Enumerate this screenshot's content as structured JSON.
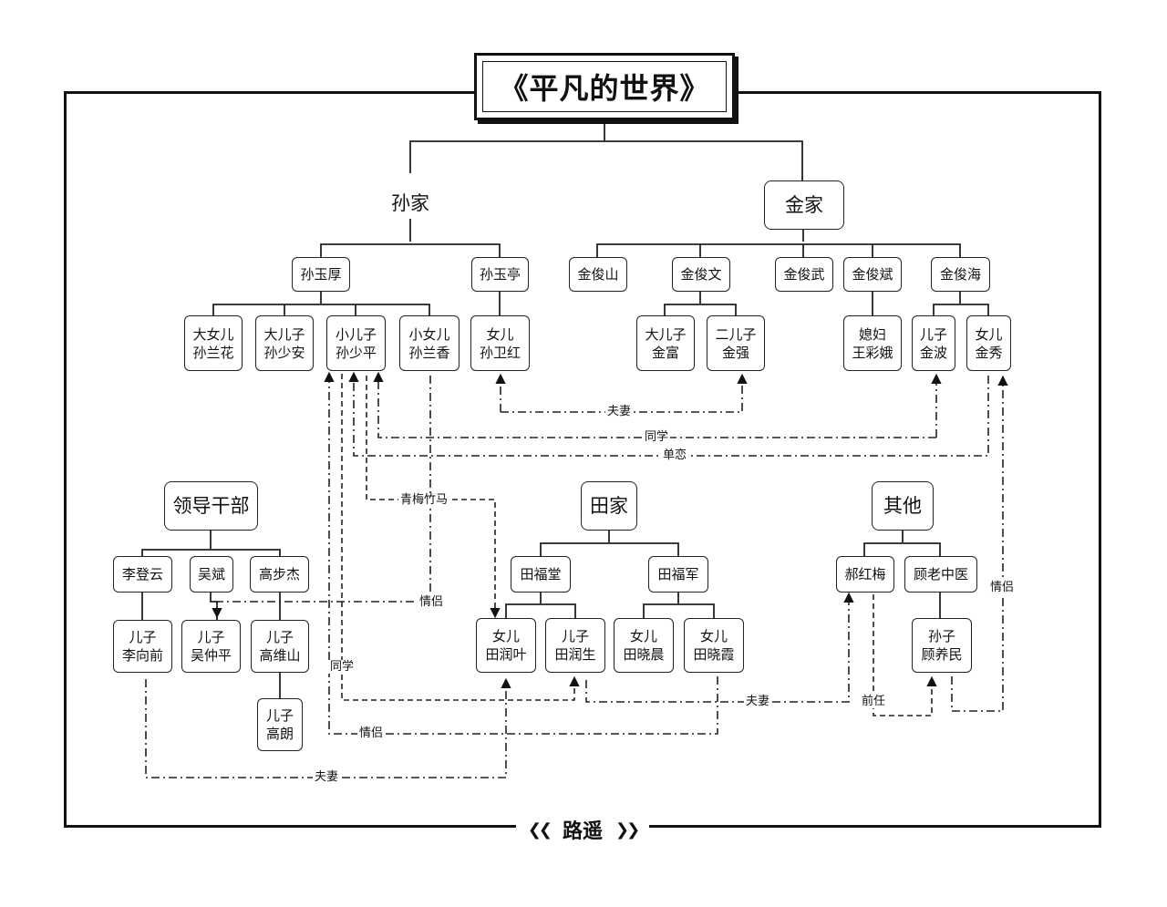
{
  "title": "《平凡的世界》",
  "author": "路遥",
  "families": {
    "sun": "孙家",
    "jin": "金家",
    "leaders": "领导干部",
    "tian": "田家",
    "others": "其他"
  },
  "people": {
    "sun_yuhou": "孙玉厚",
    "sun_yuting": "孙玉亭",
    "sun_lanhua": {
      "role": "大女儿",
      "name": "孙兰花"
    },
    "sun_shaoan": {
      "role": "大儿子",
      "name": "孙少安"
    },
    "sun_shaoping": {
      "role": "小儿子",
      "name": "孙少平"
    },
    "sun_lanxiang": {
      "role": "小女儿",
      "name": "孙兰香"
    },
    "sun_weihong": {
      "role": "女儿",
      "name": "孙卫红"
    },
    "jin_junshan": "金俊山",
    "jin_junwen": "金俊文",
    "jin_junwu": "金俊武",
    "jin_junbin": "金俊斌",
    "jin_junhai": "金俊海",
    "jin_fu": {
      "role": "大儿子",
      "name": "金富"
    },
    "jin_qiang": {
      "role": "二儿子",
      "name": "金强"
    },
    "wang_caie": {
      "role": "媳妇",
      "name": "王彩娥"
    },
    "jin_bo": {
      "role": "儿子",
      "name": "金波"
    },
    "jin_xiu": {
      "role": "女儿",
      "name": "金秀"
    },
    "li_dengyun": "李登云",
    "wu_bin": "吴斌",
    "gao_bujie": "高步杰",
    "li_xiangqian": {
      "role": "儿子",
      "name": "李向前"
    },
    "wu_zhongping": {
      "role": "儿子",
      "name": "吴仲平"
    },
    "gao_weishan": {
      "role": "儿子",
      "name": "高维山"
    },
    "gao_lang": {
      "role": "儿子",
      "name": "高朗"
    },
    "tian_futang": "田福堂",
    "tian_fujun": "田福军",
    "tian_runye": {
      "role": "女儿",
      "name": "田润叶"
    },
    "tian_runsheng": {
      "role": "儿子",
      "name": "田润生"
    },
    "tian_xiaochen": {
      "role": "女儿",
      "name": "田晓晨"
    },
    "tian_xiaoxia": {
      "role": "女儿",
      "name": "田晓霞"
    },
    "hao_hongmei": "郝红梅",
    "gu_doctor": "顾老中医",
    "gu_yangmin": {
      "role": "孙子",
      "name": "顾养民"
    }
  },
  "relations": {
    "fuqi": "夫妻",
    "tongxue": "同学",
    "liandan": "单恋",
    "qingmei": "青梅竹马",
    "qinglv": "情侣",
    "qianren": "前任"
  }
}
